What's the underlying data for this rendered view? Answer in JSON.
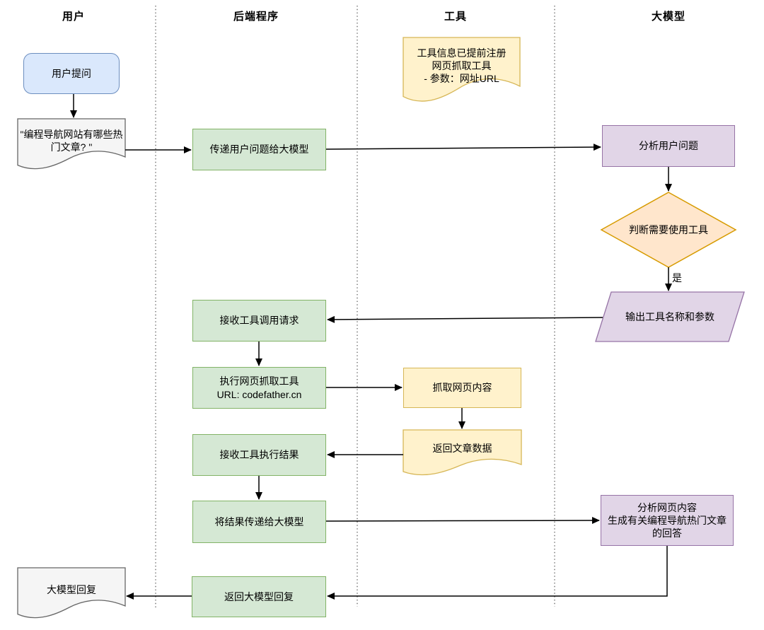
{
  "lanes": [
    {
      "label": "用户"
    },
    {
      "label": "后端程序"
    },
    {
      "label": "工具"
    },
    {
      "label": "大模型"
    }
  ],
  "nodes": {
    "user_question": "用户提问",
    "question_doc": "\"编程导航网站有哪些热门文章? \"",
    "pass_question": "传递用户问题给大模型",
    "tool_note": "工具信息已提前注册\n网页抓取工具\n- 参数：网址URL",
    "analyze_question": "分析用户问题",
    "decide_tool": "判断需要使用工具",
    "output_tool": "输出工具名称和参数",
    "receive_call": "接收工具调用请求",
    "exec_tool": "执行网页抓取工具\nURL: codefather.cn",
    "fetch_page": "抓取网页内容",
    "return_articles": "返回文章数据",
    "receive_result": "接收工具执行结果",
    "pass_result": "将结果传递给大模型",
    "analyze_page": "分析网页内容\n生成有关编程导航热门文章\n的回答",
    "return_reply": "返回大模型回复",
    "model_reply_doc": "大模型回复"
  },
  "edges": {
    "decision_yes_label": "是"
  },
  "colors": {
    "blue_fill": "#dae8fc",
    "blue_stroke": "#6c8ebf",
    "green_fill": "#d5e8d4",
    "green_stroke": "#82b366",
    "yellow_fill": "#fff2cc",
    "yellow_stroke": "#d6b656",
    "orange_fill": "#ffe6cc",
    "orange_stroke": "#d79b00",
    "purple_fill": "#e1d5e7",
    "purple_stroke": "#9673a6",
    "gray_fill": "#f5f5f5",
    "gray_stroke": "#666666",
    "arrow": "#000000"
  }
}
